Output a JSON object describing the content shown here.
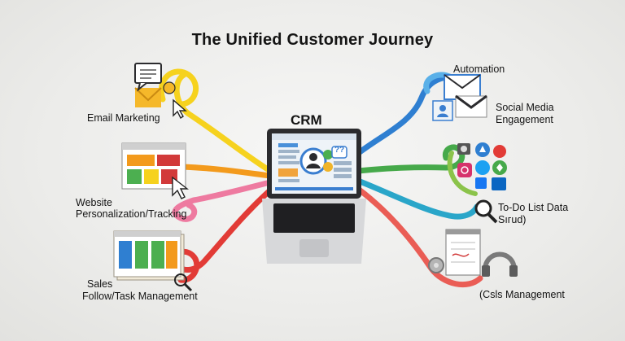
{
  "title": "The Unified Customer Journey",
  "hub": {
    "label": "CRM"
  },
  "left_nodes": {
    "email": "Email Marketing",
    "website_1": "Website",
    "website_2": "Personalization/Tracking",
    "sales_1": "Sales",
    "sales_2": "Follow/Task Management"
  },
  "right_nodes": {
    "automation": "Automation",
    "social_1": "Social Media",
    "social_2": "Engagement",
    "todo_1": "To-Do List Data",
    "todo_2": "Sıгud)",
    "cases": "(Csls Management"
  },
  "screen_badges": {
    "speech": "??"
  },
  "colors": {
    "yellow": "#f6d21e",
    "orange": "#f39a1c",
    "pink": "#ee7aa0",
    "red": "#e23b36",
    "blue": "#2f7fd1",
    "green": "#46a94a",
    "teal": "#2aa6c9",
    "coral": "#ea5d55"
  }
}
